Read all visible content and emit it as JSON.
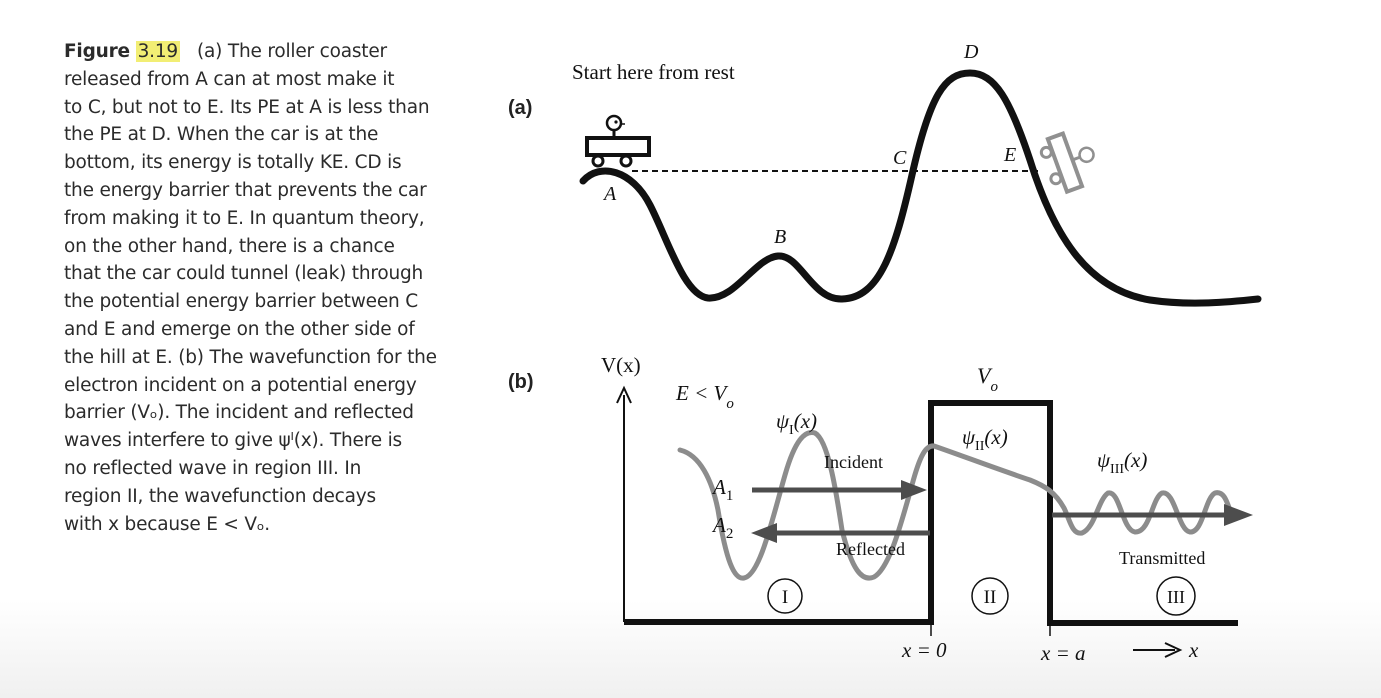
{
  "caption": {
    "fig_label": "Figure",
    "fig_num": "3.19",
    "lines": [
      "(a) The roller coaster",
      "released from A can at most make it",
      "to C, but not to E. Its PE at A is less than",
      "the PE at D. When the car is at the",
      "bottom, its energy is totally KE. CD is",
      "the energy barrier that prevents the car",
      "from making it to E. In quantum theory,",
      "on the other hand, there is a chance",
      "that the car could tunnel (leak) through",
      "the potential energy barrier between C",
      "and E and emerge on the other side of",
      "the hill at E. (b) The wavefunction for the",
      "electron incident on a potential energy",
      "barrier (Vₒ). The incident and reflected",
      "waves interfere to give ψᴵ(x). There is",
      "no reflected wave in region III. In",
      "region II, the wavefunction decays",
      "with x because E < Vₒ."
    ]
  },
  "panel_a": {
    "label": "(a)",
    "start_text": "Start here from rest",
    "points": {
      "A": "A",
      "B": "B",
      "C": "C",
      "D": "D",
      "E": "E"
    }
  },
  "panel_b": {
    "label": "(b)",
    "y_axis": "V(x)",
    "energy_condition": "E < V",
    "energy_condition_sub": "o",
    "barrier_label": "V",
    "barrier_label_sub": "o",
    "psi_1": "ψ",
    "psi_1_sub": "I",
    "psi_2": "ψ",
    "psi_2_sub": "II",
    "psi_3": "ψ",
    "psi_3_sub": "III",
    "psi_arg": "(x)",
    "incident": "Incident",
    "reflected": "Reflected",
    "transmitted": "Transmitted",
    "a1": "A",
    "a1_sub": "1",
    "a2": "A",
    "a2_sub": "2",
    "region_1": "I",
    "region_2": "II",
    "region_3": "III",
    "x0": "x = 0",
    "xa": "x = a",
    "x_axis": "x"
  },
  "colors": {
    "curve": "#111111",
    "wave": "#8c8c8c",
    "arrow": "#4d4d4d",
    "highlight": "#f2ee74"
  }
}
